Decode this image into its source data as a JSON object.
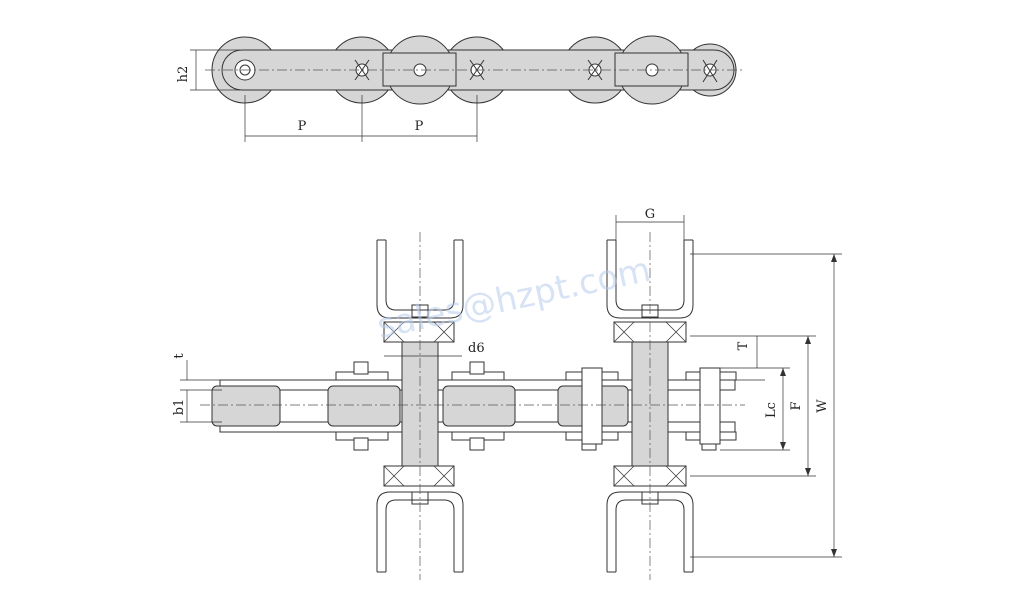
{
  "diagram": {
    "labels": {
      "h2": "h2",
      "p": "P",
      "g": "G",
      "d6": "d6",
      "t_small": "t",
      "b1": "b1",
      "t_large": "T",
      "lc": "Lc",
      "f": "F",
      "w": "W"
    },
    "watermark": "sales@hzpt.com",
    "colors": {
      "line": "#333333",
      "fill": "#d6d6d6",
      "watermark": "#b8cdee"
    }
  }
}
